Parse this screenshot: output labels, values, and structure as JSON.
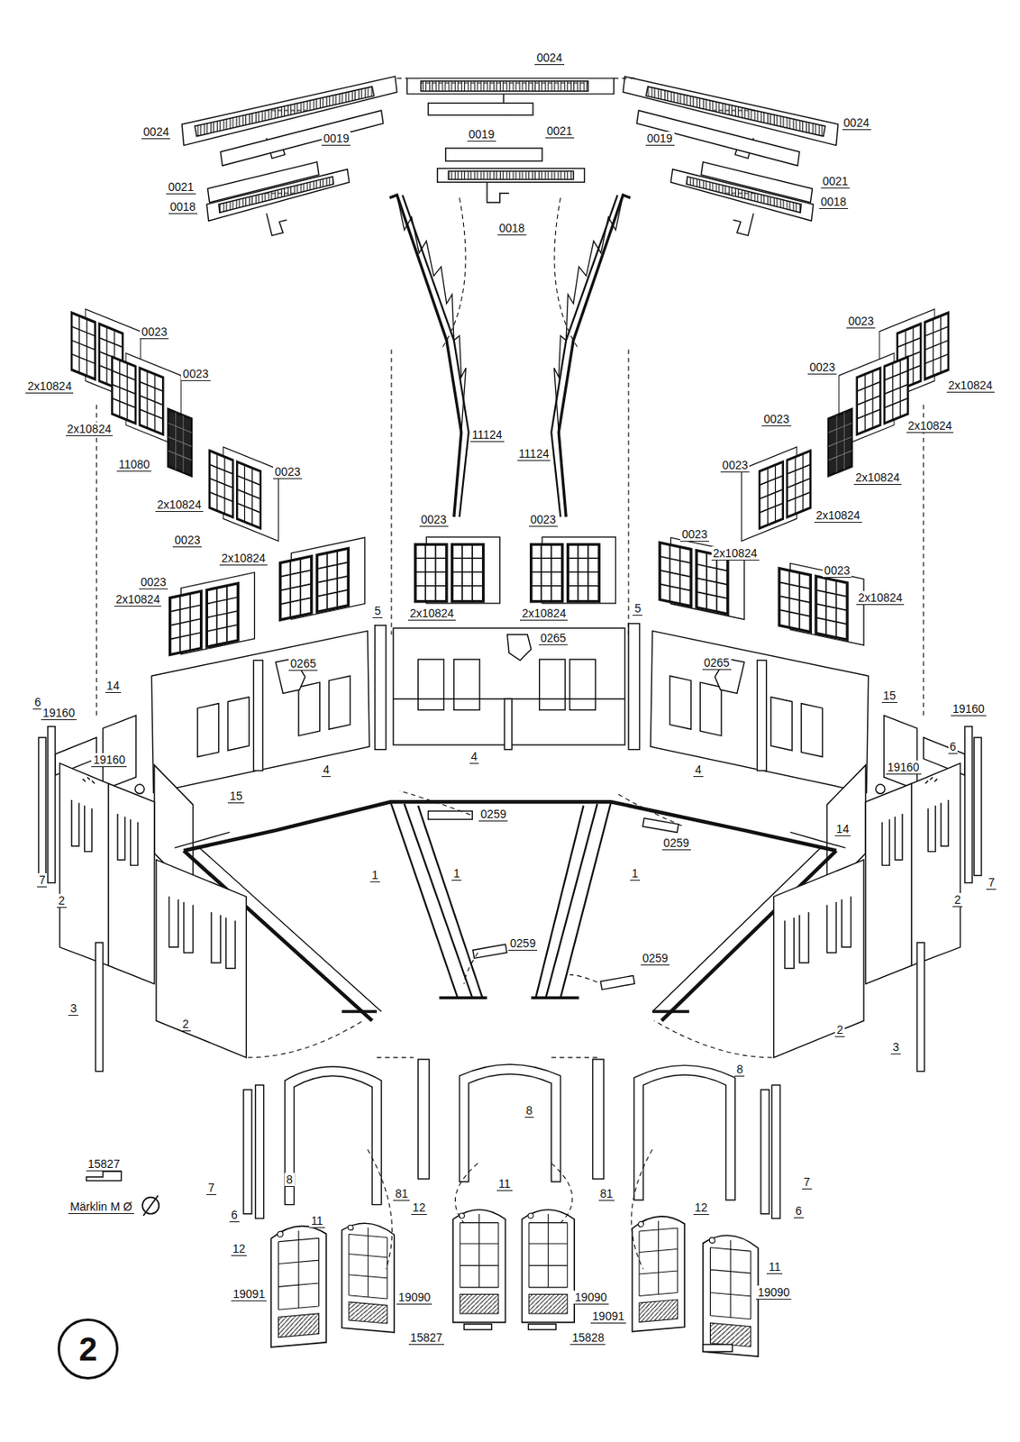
{
  "diagram": {
    "nodes": [
      {
        "text": [
          "2"
        ]
      }
    ],
    "labels": [
      "0024",
      "0024",
      "0019",
      "0019",
      "0021",
      "0019",
      "0024",
      "0021",
      "0018",
      "0018",
      "0021",
      "0018",
      "0023",
      "2x10824",
      "0023",
      "2x10824",
      "11080",
      "0023",
      "2x10824",
      "11124",
      "11124",
      "0023",
      "2x10824",
      "0023",
      "2x10824",
      "0023",
      "2x10824",
      "0023",
      "2x10824",
      "0023",
      "0023",
      "0023",
      "2x10824",
      "0023",
      "2x10824",
      "2x10824",
      "2x10824",
      "5",
      "0265",
      "5",
      "0023",
      "2x10824",
      "0023",
      "2x10824",
      "0265",
      "0265",
      "14",
      "6",
      "19160",
      "19160",
      "15",
      "4",
      "4",
      "4",
      "15",
      "19160",
      "6",
      "19160",
      "14",
      "0259",
      "0259",
      "7",
      "2",
      "1",
      "1",
      "1",
      "7",
      "2",
      "0259",
      "0259",
      "3",
      "2",
      "2",
      "3",
      "8",
      "8",
      "15827",
      "Märklin M Ø",
      "7",
      "8",
      "11",
      "81",
      "81",
      "7",
      "12",
      "12",
      "6",
      "6",
      "11",
      "12",
      "11",
      "19091",
      "19090",
      "19090",
      "19090",
      "19091",
      "15827",
      "15828"
    ]
  }
}
